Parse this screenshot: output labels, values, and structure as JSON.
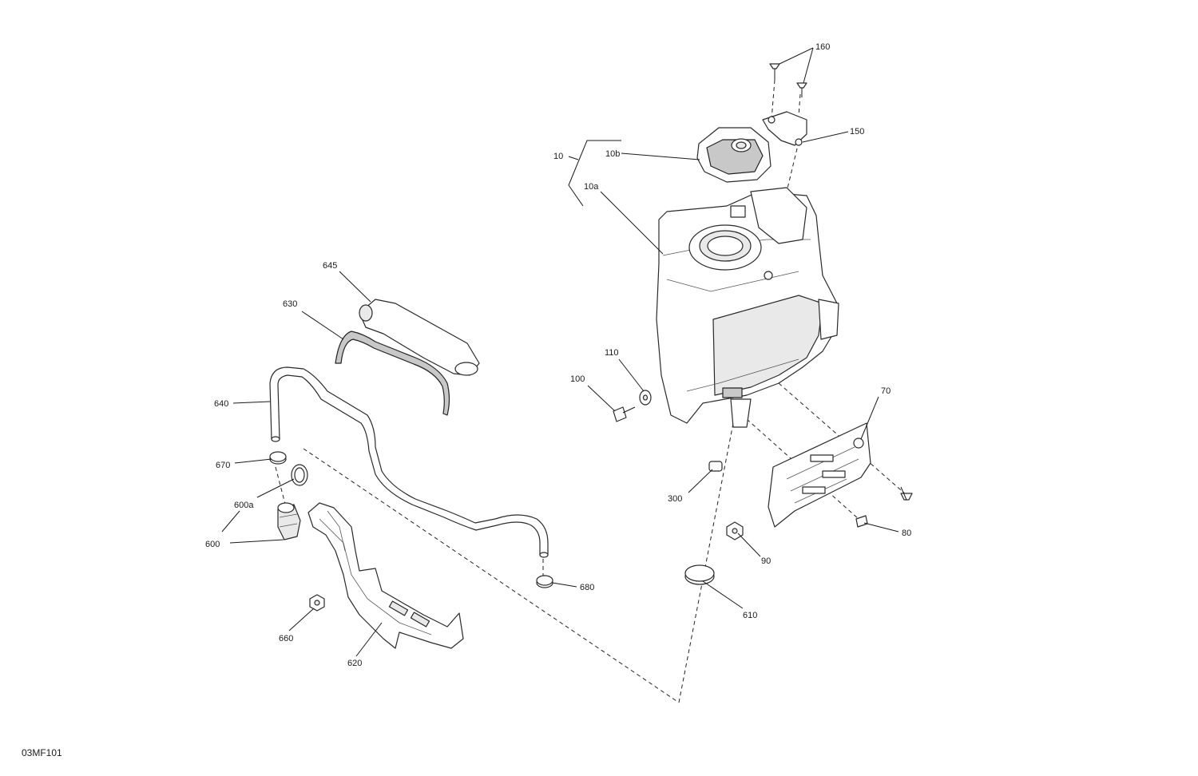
{
  "figure_id": "03MF101",
  "callouts": {
    "c10": "10",
    "c10a": "10a",
    "c10b": "10b",
    "c70": "70",
    "c80": "80",
    "c90": "90",
    "c100": "100",
    "c110": "110",
    "c150": "150",
    "c160": "160",
    "c300": "300",
    "c600": "600",
    "c600a": "600a",
    "c610": "610",
    "c620": "620",
    "c630": "630",
    "c640": "640",
    "c645": "645",
    "c660": "660",
    "c670": "670",
    "c680": "680"
  }
}
